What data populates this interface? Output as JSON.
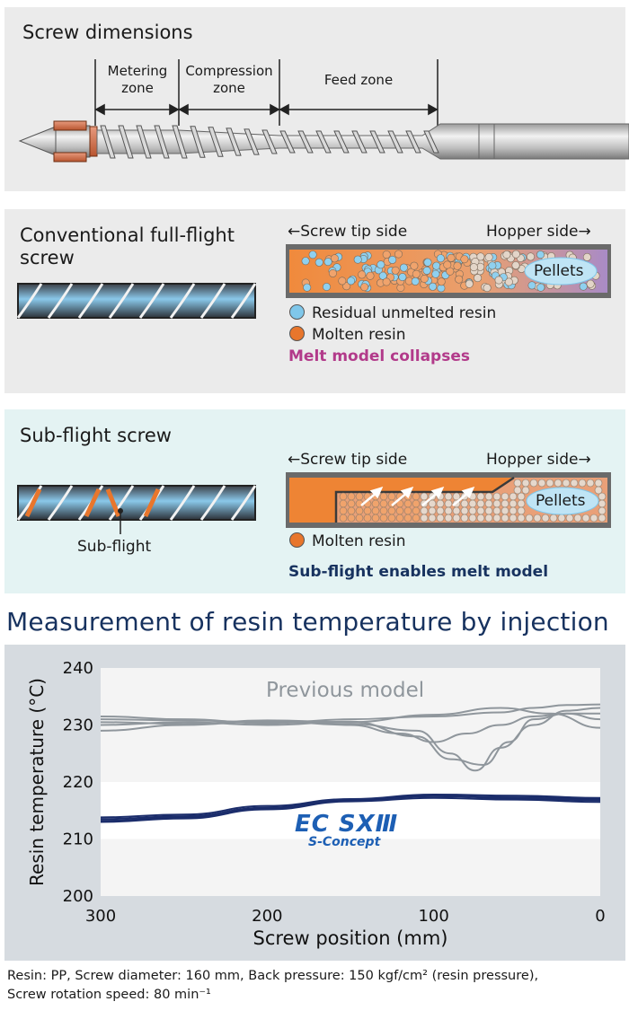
{
  "panel1": {
    "title": "Screw dimensions",
    "zones": [
      {
        "line1": "Metering",
        "line2": "zone"
      },
      {
        "line1": "Compression",
        "line2": "zone"
      },
      {
        "line1": "Feed zone",
        "line2": ""
      }
    ]
  },
  "panel2": {
    "title_line1": "Conventional full-flight",
    "title_line2": "screw",
    "tip_side": "←Screw tip side",
    "hopper_side": "Hopper side→",
    "pellets": "Pellets",
    "legend": [
      {
        "label": "Residual unmelted resin",
        "color": "#7fc7ea"
      },
      {
        "label": "Molten resin",
        "color": "#e8762c"
      }
    ],
    "conclusion": "Melt model collapses",
    "conclusion_color": "#b23a8a"
  },
  "panel3": {
    "title": "Sub-flight screw",
    "tip_side": "←Screw tip side",
    "hopper_side": "Hopper side→",
    "pellets": "Pellets",
    "subflight_label": "Sub-flight",
    "legend": [
      {
        "label": "Molten resin",
        "color": "#e8762c"
      }
    ],
    "conclusion": "Sub-flight enables melt model",
    "conclusion_color": "#17325f"
  },
  "measurement": {
    "title": "Measurement of resin temperature by injection",
    "previous_label": "Previous model",
    "brand_line1": "EC SXⅢ",
    "brand_line2": "S-Concept"
  },
  "chart_data": {
    "type": "line",
    "xlabel": "Screw position (mm)",
    "ylabel": "Resin temperature (°C)",
    "xlim": [
      300,
      0
    ],
    "ylim": [
      200,
      240
    ],
    "x_ticks": [
      "300",
      "200",
      "100",
      "0"
    ],
    "y_ticks": [
      "240",
      "230",
      "220",
      "210",
      "200"
    ],
    "series": [
      {
        "color": "#8f969c",
        "x": [
          300,
          250,
          200,
          150,
          110,
          90,
          75,
          60,
          40,
          20,
          0
        ],
        "y": [
          231,
          230.8,
          230.5,
          230.2,
          229,
          225,
          222,
          226,
          230,
          232.5,
          233
        ]
      },
      {
        "color": "#8f969c",
        "x": [
          300,
          250,
          200,
          150,
          110,
          90,
          70,
          55,
          40,
          20,
          0
        ],
        "y": [
          230,
          230.5,
          230,
          230.6,
          228,
          224,
          223,
          227,
          231,
          232,
          232
        ]
      },
      {
        "color": "#8f969c",
        "x": [
          300,
          250,
          200,
          150,
          120,
          100,
          80,
          60,
          40,
          20,
          0
        ],
        "y": [
          229,
          230,
          230.7,
          230,
          228.5,
          227,
          228.5,
          230,
          231.5,
          232,
          231
        ]
      },
      {
        "color": "#8f969c",
        "x": [
          300,
          250,
          200,
          150,
          100,
          60,
          40,
          20,
          0
        ],
        "y": [
          231.5,
          231,
          230.3,
          231,
          231.5,
          232.2,
          233,
          233.5,
          233.6
        ]
      },
      {
        "color": "#8f969c",
        "x": [
          300,
          250,
          200,
          150,
          100,
          60,
          30,
          0
        ],
        "y": [
          230.5,
          230.2,
          230.8,
          230.5,
          231.8,
          233,
          232,
          229.5
        ]
      },
      {
        "color": "#1b2d6b",
        "x": [
          300,
          250,
          200,
          150,
          100,
          50,
          0
        ],
        "y": [
          213.5,
          214,
          215.5,
          216.8,
          217.5,
          217.3,
          217
        ]
      },
      {
        "color": "#1b2d6b",
        "x": [
          300,
          250,
          200,
          150,
          100,
          50,
          0
        ],
        "y": [
          213,
          213.6,
          215.2,
          216.6,
          217.2,
          216.9,
          216.5
        ]
      },
      {
        "color": "#1b2d6b",
        "x": [
          300,
          250,
          200,
          150,
          100,
          50,
          0
        ],
        "y": [
          213.8,
          214.3,
          215.8,
          217,
          217.8,
          217.6,
          217.2
        ]
      },
      {
        "color": "#1b2d6b",
        "x": [
          300,
          250,
          200,
          150,
          100,
          50,
          0
        ],
        "y": [
          213.2,
          213.8,
          215.4,
          216.9,
          217.6,
          217.1,
          216.8
        ]
      }
    ],
    "bands": [
      {
        "y0": 220,
        "y1": 240,
        "color": "#f4f4f4"
      },
      {
        "y0": 210,
        "y1": 220,
        "color": "#ffffff"
      },
      {
        "y0": 200,
        "y1": 210,
        "color": "#f4f4f4"
      }
    ]
  },
  "note": {
    "line1": "Resin: PP, Screw diameter: 160 mm, Back pressure: 150 kgf/cm² (resin pressure),",
    "line2": "Screw rotation speed: 80 min⁻¹"
  }
}
